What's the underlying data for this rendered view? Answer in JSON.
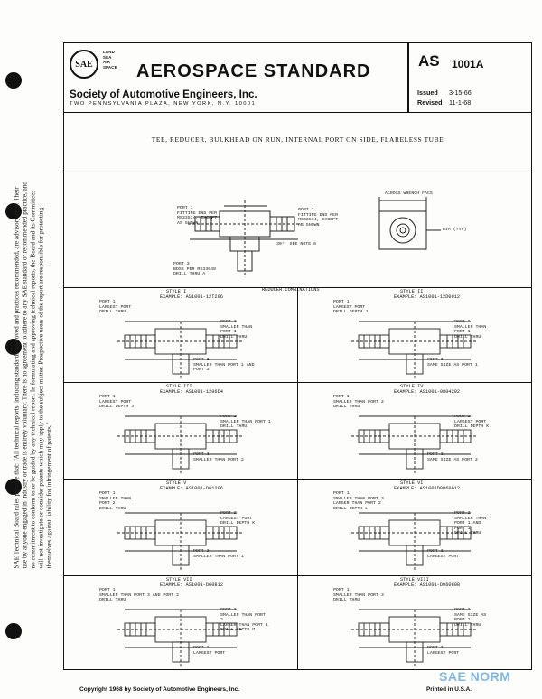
{
  "header": {
    "logo_text": "SAE",
    "logo_side_text": "LAND\nSEA\nAIR\nSPACE",
    "title": "AEROSPACE STANDARD",
    "organization": "Society of Automotive Engineers, Inc.",
    "address": "TWO PENNSYLVANIA PLAZA, NEW YORK, N.Y. 10001",
    "standard_prefix": "AS",
    "standard_number": "1001A",
    "issued_label": "Issued",
    "issued_date": "3-15-66",
    "revised_label": "Revised",
    "revised_date": "11-1-68"
  },
  "side_note": "SAE Technical Board rules provide that: \"All technical reports, including standards approved and practices recommended, are advisory only. Their use by anyone engaged in industry or trade is entirely voluntary. There is no agreement to adhere to any SAE standard or recommended practice, and no commitment to conform to or be guided by any technical report. In formulating and approving technical reports, the Board and its Committees will not investigate or consider patents which may apply to the subject matter. Prospective users of the report are responsible for protecting themselves against liability for infringement of patents.\"",
  "heading": "TEE, REDUCER, BULKHEAD ON RUN, INTERNAL PORT ON SIDE, FLARELESS TUBE",
  "main_figure": {
    "port1": "PORT 1\nFITTING END PER\nMS33514, EXCEPT\nAS SHOWN",
    "port2": "PORT 2\nFITTING END PER\nMS33514, EXCEPT\nAS SHOWN",
    "see_note": "30°  SEE NOTE 6",
    "port3": "PORT 3\nBOSS PER MS33649\nDRILL THRU A",
    "across_wrench": "ACROSS WRENCH FACS",
    "dia": "DIA (TYP)"
  },
  "reducer_title": "REDUCER COMBINATIONS",
  "styles": [
    {
      "title": "STYLE I",
      "example": "EXAMPLE: AS1001-12T206",
      "labels": [
        "PORT 1\nLARGEST PORT\nDRILL THRU",
        "PORT 3\nSMALLER THAN\nPORT 1\nDRILL THRU",
        "PORT 2\nSMALLER THAN PORT 1 AND\nPORT 3"
      ]
    },
    {
      "title": "STYLE II",
      "example": "EXAMPLE: AS1001-12D0012",
      "labels": [
        "PORT 1\nLARGEST PORT\nDRILL DEPTH J",
        "PORT 2\nSMALLER THAN\nPORT 1\nDRILL THRU",
        "PORT 3\nSAME SIZE AS PORT 1"
      ]
    },
    {
      "title": "STYLE III",
      "example": "EXAMPLE: AS1001-1206D4",
      "labels": [
        "PORT 1\nLARGEST PORT\nDRILL DEPTH J",
        "PORT 2\nSMALLER THAN PORT 1\nDRILL THRU",
        "PORT 3\nSMALLER THAN PORT 2"
      ]
    },
    {
      "title": "STYLE IV",
      "example": "EXAMPLE: AS1001-0804292",
      "labels": [
        "PORT 1\nSMALLER THAN PORT 2\nDRILL THRU",
        "PORT 2\nLARGEST PORT\nDRILL DEPTH K",
        "PORT 3\nSAME SIZE AS PORT 2"
      ]
    },
    {
      "title": "STYLE V",
      "example": "EXAMPLE: AS1001-D61206",
      "labels": [
        "PORT 1\nSMALLER THAN\nPORT 2\nDRILL THRU",
        "PORT 2\nLARGEST PORT\nDRILL DEPTH K",
        "PORT 3\nSMALLER THAN PORT 1"
      ]
    },
    {
      "title": "STYLE VI",
      "example": "EXAMPLE: AS1001D0860612",
      "labels": [
        "PORT 1\nSMALLER THAN PORT 3\nLARGER THAN PORT 2\nDRILL DEPTH L",
        "PORT 2\nSMALLER THAN\nPORT 1 AND\nPORT 1\nDRILL THRU",
        "PORT 3\nLARGEST PORT"
      ]
    },
    {
      "title": "STYLE VII",
      "example": "EXAMPLE: AS1001-D60812",
      "labels": [
        "PORT 1\nSMALLER THAN PORT 3 AND PORT 2\nDRILL THRU",
        "PORT 3\nSMALLER THAN PORT\n2\nLARGER THAN PORT 1\nDRILL DEPTH M",
        "PORT 2\nLARGEST PORT"
      ]
    },
    {
      "title": "STYLE VIII",
      "example": "EXAMPLE: AS1001-D060808",
      "labels": [
        "PORT 1\nSMALLER THAN PORT 3\nDRILL THRU",
        "PORT 2\nSAME SIZE AS\nPORT 1\nDRILL THRU",
        "PORT 3\nLARGEST PORT"
      ]
    }
  ],
  "footer": {
    "copyright": "Copyright   1968   by Society of Automotive Engineers, Inc.",
    "printed": "Printed in U.S.A.",
    "watermark": "SAE NORM"
  }
}
